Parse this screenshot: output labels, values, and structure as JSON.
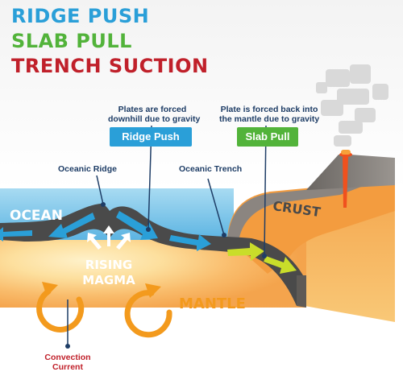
{
  "titles": {
    "ridge_push": "RIDGE PUSH",
    "slab_pull": "SLAB PULL",
    "trench_suction": "TRENCH SUCTION"
  },
  "callouts": {
    "ridge_push_desc_1": "Plates are forced",
    "ridge_push_desc_2": "downhill due to gravity",
    "slab_pull_desc_1": "Plate is forced back into",
    "slab_pull_desc_2": "the mantle due to gravity",
    "ridge_push_label": "Ridge Push",
    "slab_pull_label": "Slab Pull",
    "oceanic_ridge": "Oceanic Ridge",
    "oceanic_trench": "Oceanic Trench",
    "convection_1": "Convection",
    "convection_2": "Current"
  },
  "scene_labels": {
    "ocean": "OCEAN",
    "crust": "CRUST",
    "rising_1": "RISING",
    "rising_2": "MAGMA",
    "mantle": "MANTLE"
  },
  "colors": {
    "ridge_push": "#2a9fd8",
    "slab_pull": "#52b33a",
    "trench_suction": "#c0202a",
    "ocean": "#7cc3e8",
    "plate": "#4a4a4a",
    "mantle": "#f6a54a",
    "magma_glow": "#fde4a6",
    "arrow_blue": "#2a9fd8",
    "arrow_yellow": "#c9dd2a",
    "convection": "#f39a1d",
    "crust": "#8b8580",
    "label_line": "#1e3d66"
  },
  "icons": {
    "ridge_push_arrows": "blue-arrow-icon",
    "slab_pull_arrows": "yellow-arrow-icon",
    "convection": "circular-arrow-icon",
    "rising_magma": "white-up-arrows-icon",
    "volcano": "volcano-icon",
    "smoke": "smoke-cloud-icon"
  }
}
